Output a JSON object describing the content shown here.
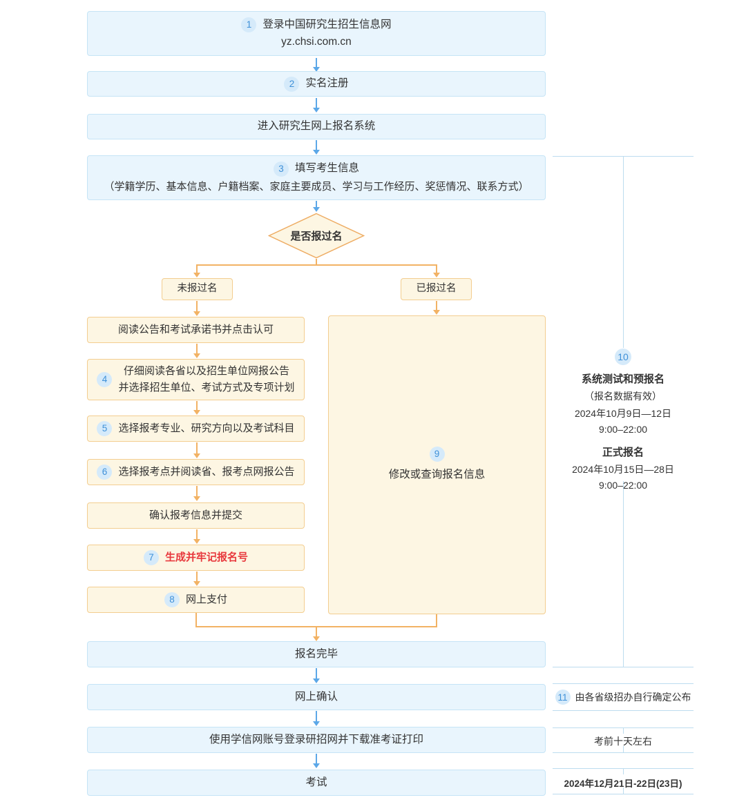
{
  "flow": {
    "step1": {
      "badge": "1",
      "line1": "登录中国研究生招生信息网",
      "line2": "yz.chsi.com.cn"
    },
    "step2": {
      "badge": "2",
      "label": "实名注册"
    },
    "step3": {
      "label": "进入研究生网上报名系统"
    },
    "step4": {
      "badge": "3",
      "title": "填写考生信息",
      "subtitle": "（学籍学历、基本信息、户籍档案、家庭主要成员、学习与工作经历、奖惩情况、联系方式）"
    },
    "decision": {
      "label": "是否报过名"
    },
    "branch_no": {
      "label": "未报过名"
    },
    "branch_yes": {
      "label": "已报过名"
    },
    "left_steps": [
      {
        "label": "阅读公告和考试承诺书并点击认可"
      },
      {
        "badge": "4",
        "line1": "仔细阅读各省以及招生单位网报公告",
        "line2": "并选择招生单位、考试方式及专项计划"
      },
      {
        "badge": "5",
        "label": "选择报考专业、研究方向以及考试科目"
      },
      {
        "badge": "6",
        "label": "选择报考点并阅读省、报考点网报公告"
      },
      {
        "label": "确认报考信息并提交"
      },
      {
        "badge": "7",
        "label": "生成并牢记报名号"
      },
      {
        "badge": "8",
        "label": "网上支付"
      }
    ],
    "modify": {
      "badge": "9",
      "label": "修改或查询报名信息"
    },
    "finish": {
      "label": "报名完毕"
    },
    "confirm": {
      "label": "网上确认"
    },
    "print": {
      "label": "使用学信网账号登录研招网并下载准考证打印"
    },
    "exam": {
      "label": "考试"
    }
  },
  "annotations": {
    "a10": {
      "badge": "10",
      "title1": "系统测试和预报名",
      "note1": "（报名数据有效）",
      "date1": "2024年10月9日—12日",
      "time1": "9:00–22:00",
      "title2": "正式报名",
      "date2": "2024年10月15日—28日",
      "time2": "9:00–22:00"
    },
    "a11": {
      "badge": "11",
      "label": "由各省级招办自行确定公布"
    },
    "a12": {
      "label": "考前十天左右"
    },
    "a13": {
      "label": "2024年12月21日-22日(23日)"
    }
  },
  "colors": {
    "text_c": "#333333",
    "blue_fill": "#e9f5fd",
    "blue_border": "#c5e4f6",
    "cream_fill": "#fdf6e3",
    "cream_border": "#f3cd8f",
    "diamond_border": "#eeac63",
    "blue_a": "#5ca8e8",
    "orange_a": "#f2b264",
    "bracket_c": "#bcdcef",
    "badge_bg": "#d5eafa",
    "badge_fg": "#3e90d8",
    "red_c": "#e8383d"
  }
}
